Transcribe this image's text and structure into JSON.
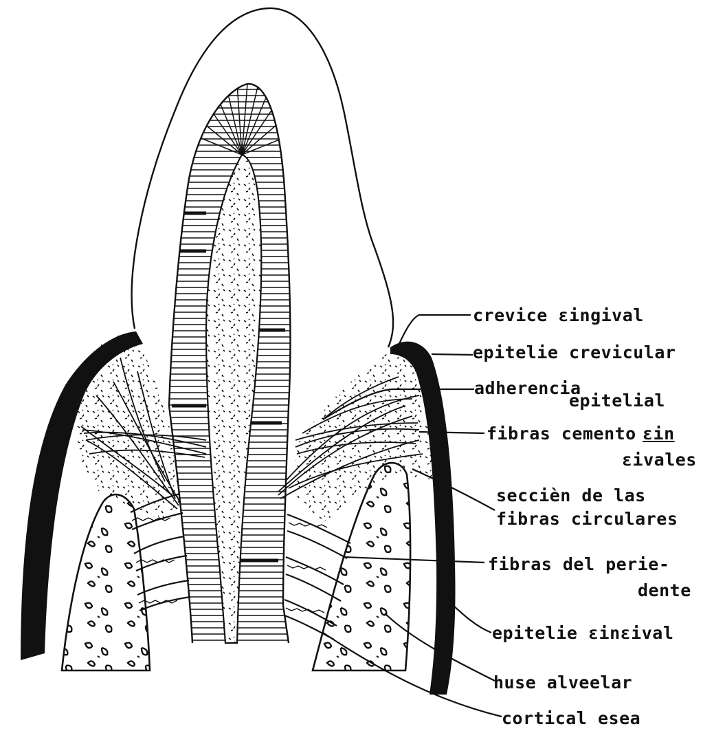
{
  "labels": {
    "crevice_gingival": "crevice ɛingival",
    "epitelio_crevicular": "epitelie crevicular",
    "adherencia": "adherencia",
    "epitelial": "epitelial",
    "fibras_cemento_l1": "fibras cemento",
    "fibras_cemento_gin": "ɛin",
    "fibras_cemento_l2": "ɛivales",
    "seccion_l1": "seccièn de las",
    "seccion_l2": "fibras circulares",
    "periodonte_l1": "fibras del perie-",
    "periodonte_l2": "dente",
    "epitelio_gingival": "epitelie ɛinɛival",
    "hueso_alveolar": "huse alveelar",
    "cortical_osea": "cortical esea"
  },
  "colors": {
    "ink": "#111111",
    "paper": "#ffffff"
  }
}
